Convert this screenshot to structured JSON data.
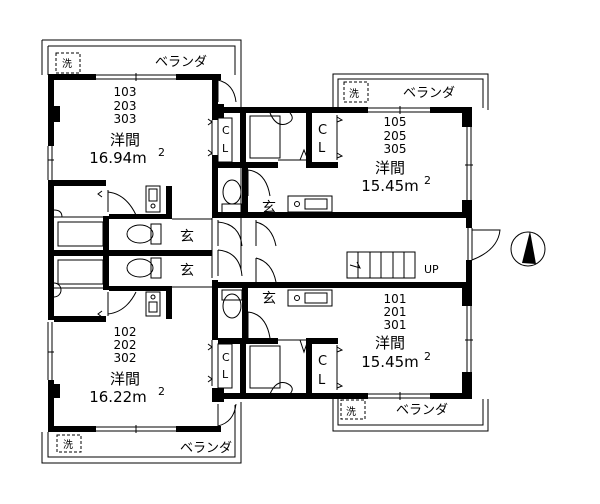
{
  "plan": {
    "type": "apartment floor plan",
    "units": [
      {
        "id": "unit-103",
        "numbers": [
          "103",
          "203",
          "303"
        ],
        "room": "洋間",
        "area": "16.94m",
        "area_sup": "2"
      },
      {
        "id": "unit-105",
        "numbers": [
          "105",
          "205",
          "305"
        ],
        "room": "洋間",
        "area": "15.45m",
        "area_sup": "2"
      },
      {
        "id": "unit-102",
        "numbers": [
          "102",
          "202",
          "302"
        ],
        "room": "洋間",
        "area": "16.22m",
        "area_sup": "2"
      },
      {
        "id": "unit-101",
        "numbers": [
          "101",
          "201",
          "301"
        ],
        "room": "洋間",
        "area": "15.45m",
        "area_sup": "2"
      }
    ],
    "veranda_label": "ベランダ",
    "washer_label": "洗",
    "entrance_label": "玄",
    "closet_label_top": "C",
    "closet_label_bottom": "L",
    "stairs_label": "UP",
    "north_arrow": "north-arrow-icon"
  }
}
